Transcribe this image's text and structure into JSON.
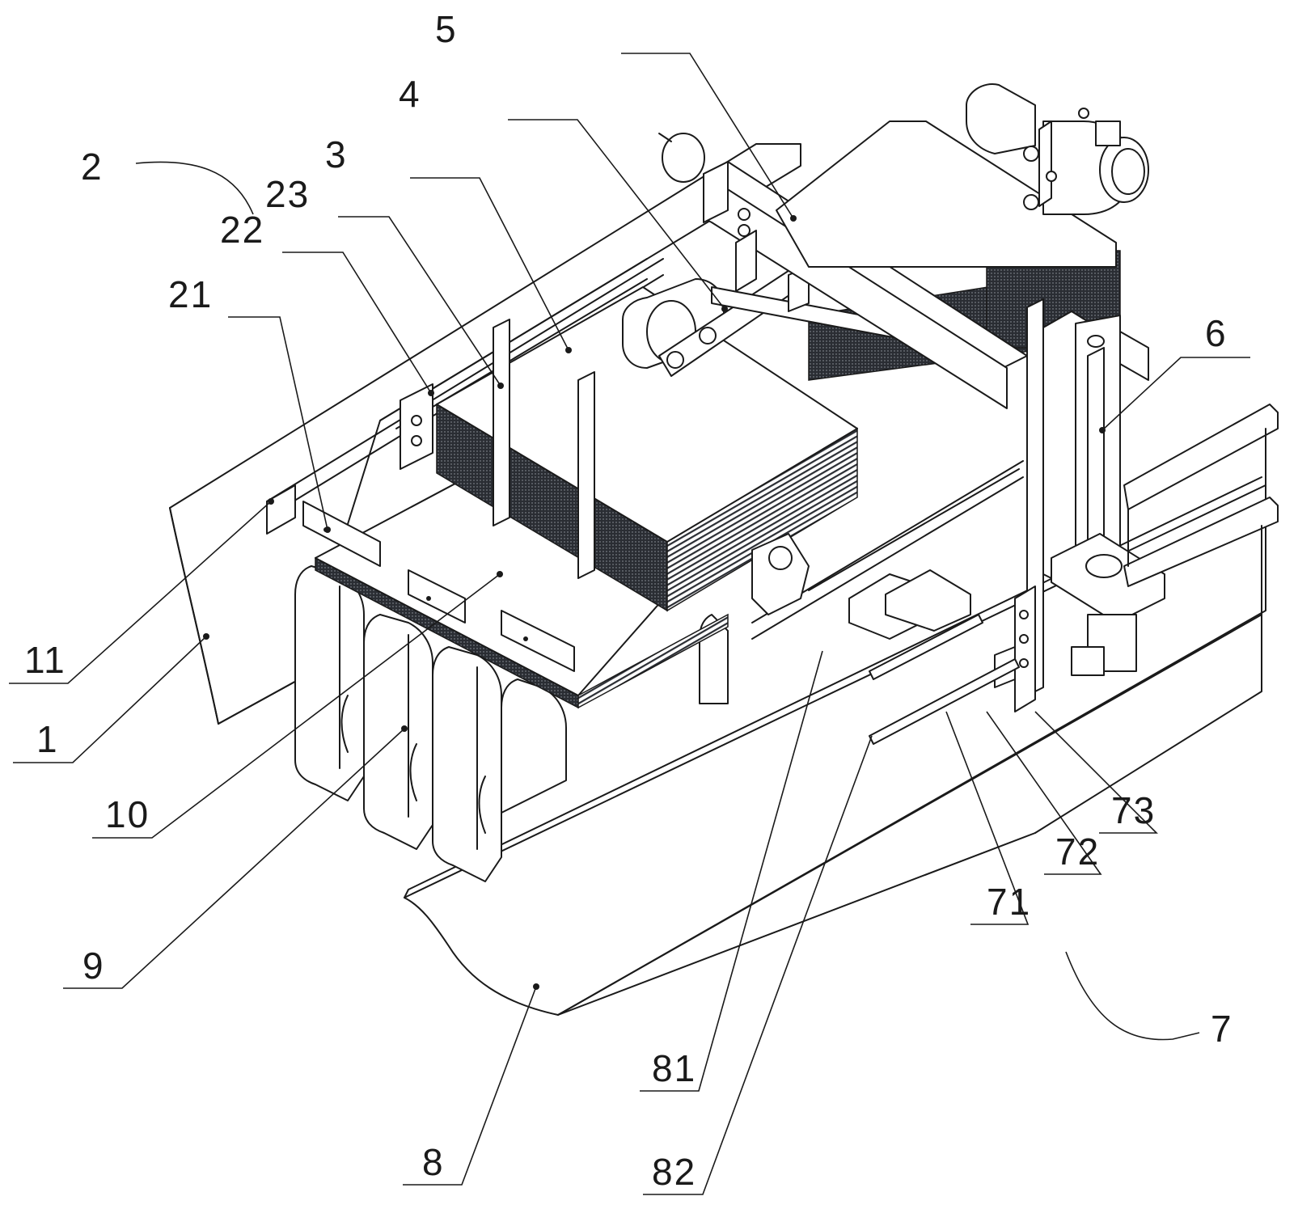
{
  "figure": {
    "type": "patent-mechanical-drawing",
    "view": "isometric",
    "line_color": "#1a1a1a",
    "background": "#ffffff"
  },
  "labels": [
    {
      "id": "2",
      "text": "2",
      "part": "assembly-group-2"
    },
    {
      "id": "21",
      "text": "21",
      "part": "side-plate-21"
    },
    {
      "id": "22",
      "text": "22",
      "part": "guide-plate-22"
    },
    {
      "id": "23",
      "text": "23",
      "part": "upright-post-23"
    },
    {
      "id": "3",
      "text": "3",
      "part": "sheet-stack-3"
    },
    {
      "id": "4",
      "text": "4",
      "part": "roller-assembly-4"
    },
    {
      "id": "5",
      "text": "5",
      "part": "crossbeam-5"
    },
    {
      "id": "6",
      "text": "6",
      "part": "vertical-column-6"
    },
    {
      "id": "11",
      "text": "11",
      "part": "side-rail-11"
    },
    {
      "id": "1",
      "text": "1",
      "part": "frame-1"
    },
    {
      "id": "10",
      "text": "10",
      "part": "platform-10"
    },
    {
      "id": "9",
      "text": "9",
      "part": "support-block-9"
    },
    {
      "id": "8",
      "text": "8",
      "part": "base-8"
    },
    {
      "id": "81",
      "text": "81",
      "part": "guide-rail-81"
    },
    {
      "id": "82",
      "text": "82",
      "part": "guide-rail-82"
    },
    {
      "id": "71",
      "text": "71",
      "part": "slider-71"
    },
    {
      "id": "72",
      "text": "72",
      "part": "bracket-72"
    },
    {
      "id": "73",
      "text": "73",
      "part": "mount-73"
    },
    {
      "id": "7",
      "text": "7",
      "part": "assembly-group-7"
    }
  ]
}
